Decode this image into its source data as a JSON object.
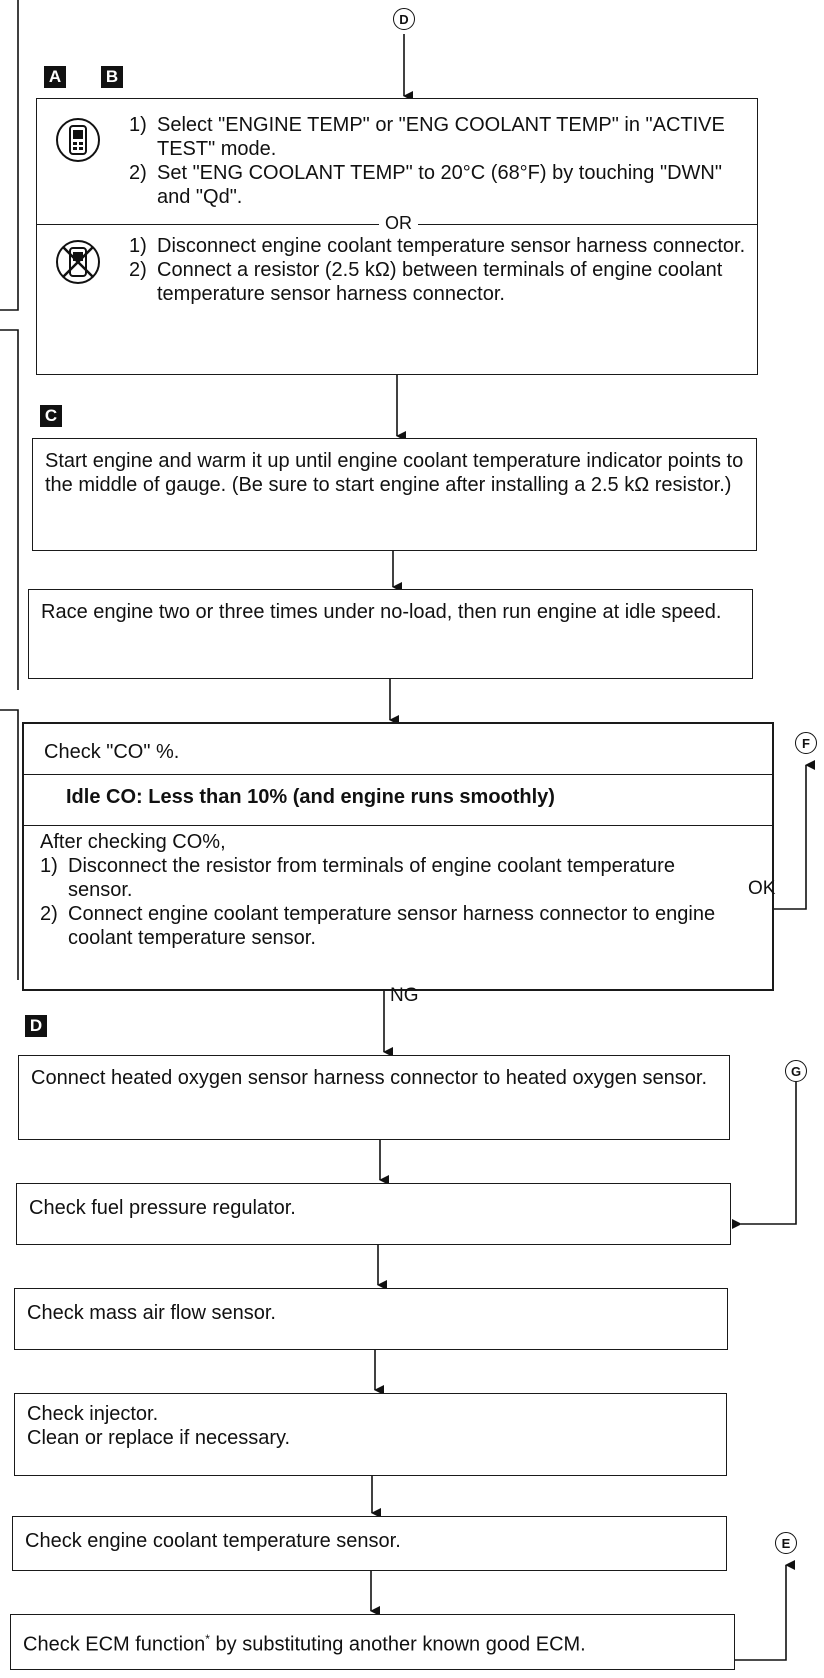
{
  "connectors": {
    "top": "D",
    "f": "F",
    "g": "G",
    "e": "E"
  },
  "labels": {
    "a": "A",
    "b": "B",
    "c": "C",
    "d": "D"
  },
  "step1": {
    "consult": [
      {
        "num": "1)",
        "text": "Select \"ENGINE TEMP\" or \"ENG COOLANT TEMP\" in \"ACTIVE TEST\" mode."
      },
      {
        "num": "2)",
        "text": "Set \"ENG COOLANT TEMP\" to 20°C (68°F) by touching \"DWN\" and \"Qd\"."
      }
    ],
    "or_label": "OR",
    "manual": [
      {
        "num": "1)",
        "text": "Disconnect engine coolant temperature sensor harness connector."
      },
      {
        "num": "2)",
        "text": "Connect a resistor (2.5 kΩ) between terminals of engine coolant temperature sensor harness connector."
      }
    ]
  },
  "step2": "Start engine and warm it up until engine coolant temperature indicator points to the middle of gauge. (Be sure to start engine after installing a 2.5 kΩ resistor.)",
  "step3": "Race engine two or three times under no-load, then run engine at idle speed.",
  "step4": {
    "header": "Check \"CO\" %.",
    "spec": "Idle CO: Less than 10% (and engine runs smoothly)",
    "after": "After checking CO%,",
    "items": [
      {
        "num": "1)",
        "text": "Disconnect the resistor from terminals of engine coolant temperature sensor."
      },
      {
        "num": "2)",
        "text": "Connect engine coolant temperature sensor harness connector to engine coolant temperature sensor."
      }
    ]
  },
  "edge_ok": "OK",
  "edge_ng": "NG",
  "step5": "Connect heated oxygen sensor harness connector to heated oxygen sensor.",
  "step6": "Check fuel pressure regulator.",
  "step7": "Check mass air flow sensor.",
  "step8": {
    "line1": "Check injector.",
    "line2": "Clean or replace if necessary."
  },
  "step9": "Check engine coolant temperature sensor.",
  "step10": {
    "text": "Check ECM function",
    "mark": "*",
    "rest": " by substituting another known good ECM."
  },
  "icons": {
    "consult": "consult-tester-icon",
    "no_tester": "no-tester-icon"
  }
}
